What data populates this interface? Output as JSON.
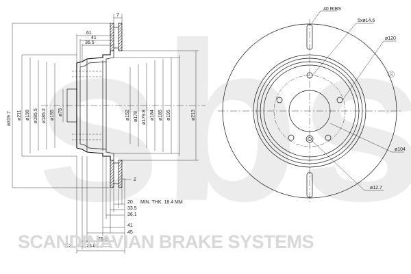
{
  "brand": {
    "logo_text": "sbs",
    "tagline": "SCANDINAVIAN BRAKE SYSTEMS",
    "registered": "®"
  },
  "left_view": {
    "diameters": [
      "ø319.7",
      "ø211",
      "ø198",
      "ø185.5",
      "ø185.2",
      "ø155",
      "ø75",
      "ø152",
      "ø178",
      "ø179.8",
      "ø184",
      "ø185",
      "ø195",
      "ø213"
    ],
    "top_dims": [
      "7",
      "61",
      "41",
      "36.5"
    ],
    "bottom_dims": [
      "2",
      "20",
      "MIN. THK. 18.4 MM",
      "33.5",
      "36.1",
      "41",
      "45",
      "76.2",
      "7.2",
      "76.8"
    ]
  },
  "right_view": {
    "labels": [
      "40 RIBS",
      "5xø14.6",
      "ø120",
      "ø104",
      "ø12.7"
    ]
  }
}
